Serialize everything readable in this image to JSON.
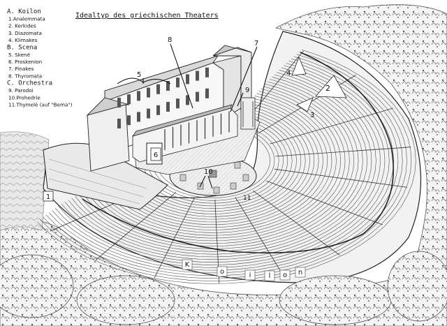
{
  "title": "Idealtyp des griechischen Theaters",
  "legend": {
    "sections": [
      {
        "header": "A. Koilon",
        "items": [
          "1.Analemmata",
          "2. Kerkides",
          "3. Diazomata",
          "4. Klimakes"
        ]
      },
      {
        "header": "B. Scena",
        "items": [
          "5. Skené",
          "6. Proskenion",
          "7. Pinakes",
          "8. Thyromata"
        ]
      },
      {
        "header": "C. Orchestra",
        "items": [
          "9. Parodoi",
          "10.Prohedrie",
          "11.Thymelé (auf \"Bema\")"
        ]
      }
    ]
  },
  "callouts": [
    "1",
    "2",
    "3",
    "4",
    "5",
    "6",
    "7",
    "8",
    "9",
    "10",
    "11"
  ],
  "koilon_letters": [
    "K",
    "o",
    "i",
    "l",
    "o",
    "n"
  ]
}
